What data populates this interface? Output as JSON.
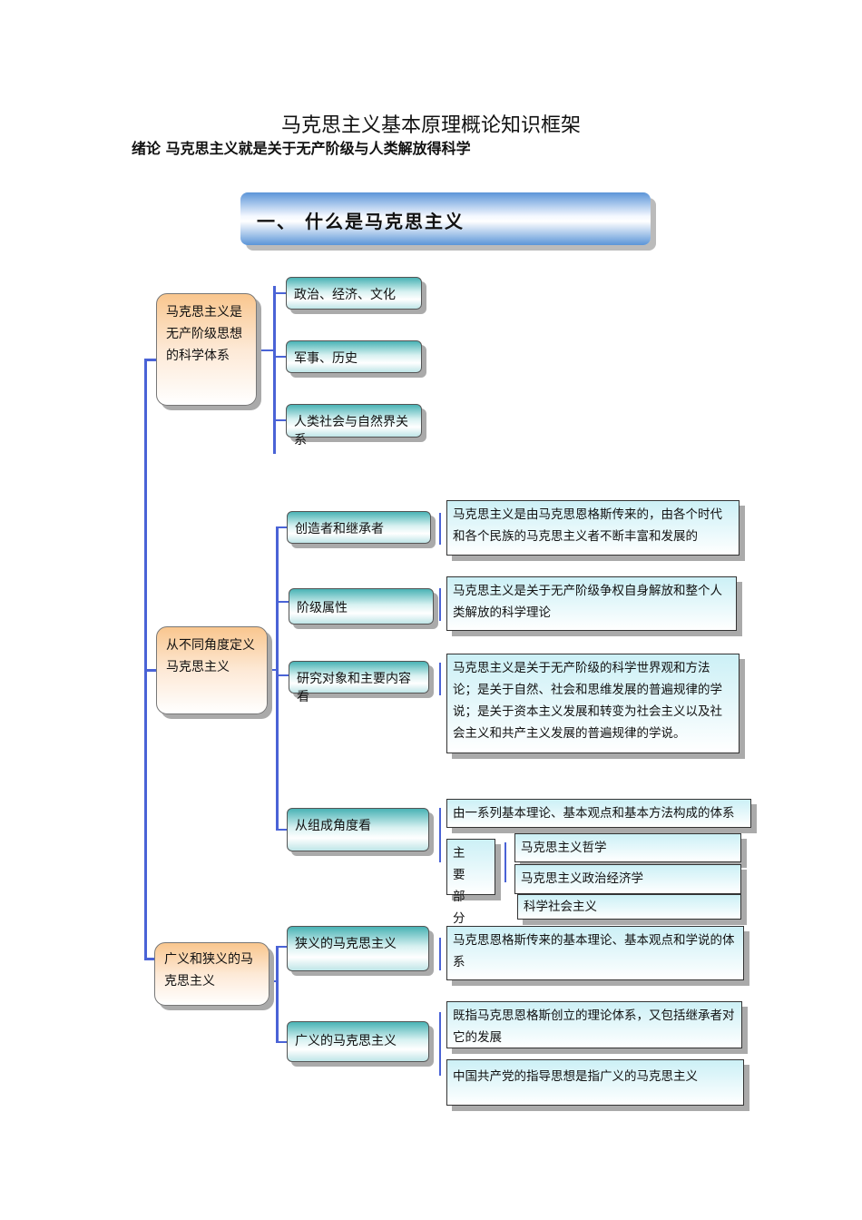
{
  "title": "马克思主义基本原理概论知识框架",
  "subtitle": "绪论 马克思主义就是关于无产阶级与人类解放得科学",
  "banner": "一、 什么是马克思主义",
  "groups": [
    {
      "label": "马克思主义是无产阶级思想的科学体系",
      "children": [
        "政治、经济、文化",
        "军事、历史",
        "人类社会与自然界关系"
      ]
    },
    {
      "label": "从不同角度定义马克思主义",
      "children": [
        {
          "label": "创造者和继承者",
          "detail": "马克思主义是由马克思恩格斯传来的，由各个时代和各个民族的马克思主义者不断丰富和发展的"
        },
        {
          "label": "阶级属性",
          "detail": "马克思主义是关于无产阶级争权自身解放和整个人类解放的科学理论"
        },
        {
          "label": "研究对象和主要内容看",
          "detail": "马克思主义是关于无产阶级的科学世界观和方法论；是关于自然、社会和思维发展的普遍规律的学说；是关于资本主义发展和转变为社会主义以及社会主义和共产主义发展的普遍规律的学说。"
        },
        {
          "label": "从组成角度看",
          "detail": "由一系列基本理论、基本观点和基本方法构成的体系",
          "parts_label": "主 要 部 分",
          "parts": [
            "马克思主义哲学",
            "马克思主义政治经济学",
            "科学社会主义"
          ]
        }
      ]
    },
    {
      "label": "广义和狭义的马克思主义",
      "children": [
        {
          "label": "狭义的马克思主义",
          "detail": "马克思恩格斯传来的基本理论、基本观点和学说的体系"
        },
        {
          "label": "广义的马克思主义",
          "details": [
            "既指马克思恩格斯创立的理论体系，又包括继承者对它的发展",
            "中国共产党的指导思想是指广义的马克思主义"
          ]
        }
      ]
    }
  ]
}
